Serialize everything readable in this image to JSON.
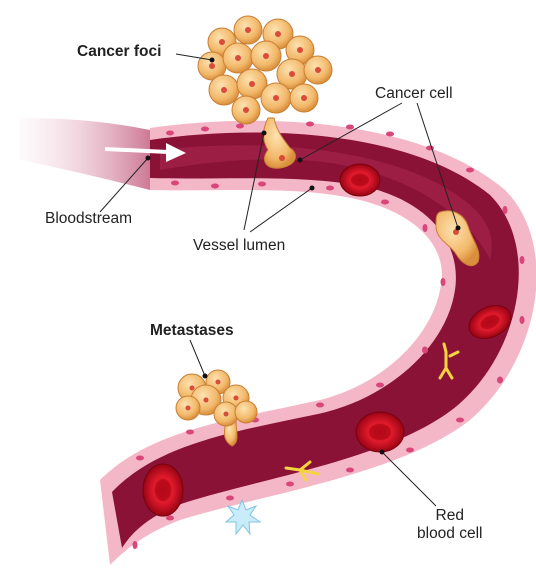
{
  "labels": {
    "cancer_foci": "Cancer foci",
    "cancer_cell": "Cancer cell",
    "bloodstream": "Bloodstream",
    "vessel_lumen": "Vessel lumen",
    "metastases": "Metastases",
    "red_blood_cell_line1": "Red",
    "red_blood_cell_line2": "blood cell"
  },
  "colors": {
    "vessel_wall": "#f4b7c8",
    "vessel_lumen": "#8a1236",
    "red_blood_cell": "#d8142a",
    "cancer_cell": "#f2c07a",
    "cancer_nucleus": "#d94b3a",
    "bloodstream_arrow": "#ffffff"
  }
}
